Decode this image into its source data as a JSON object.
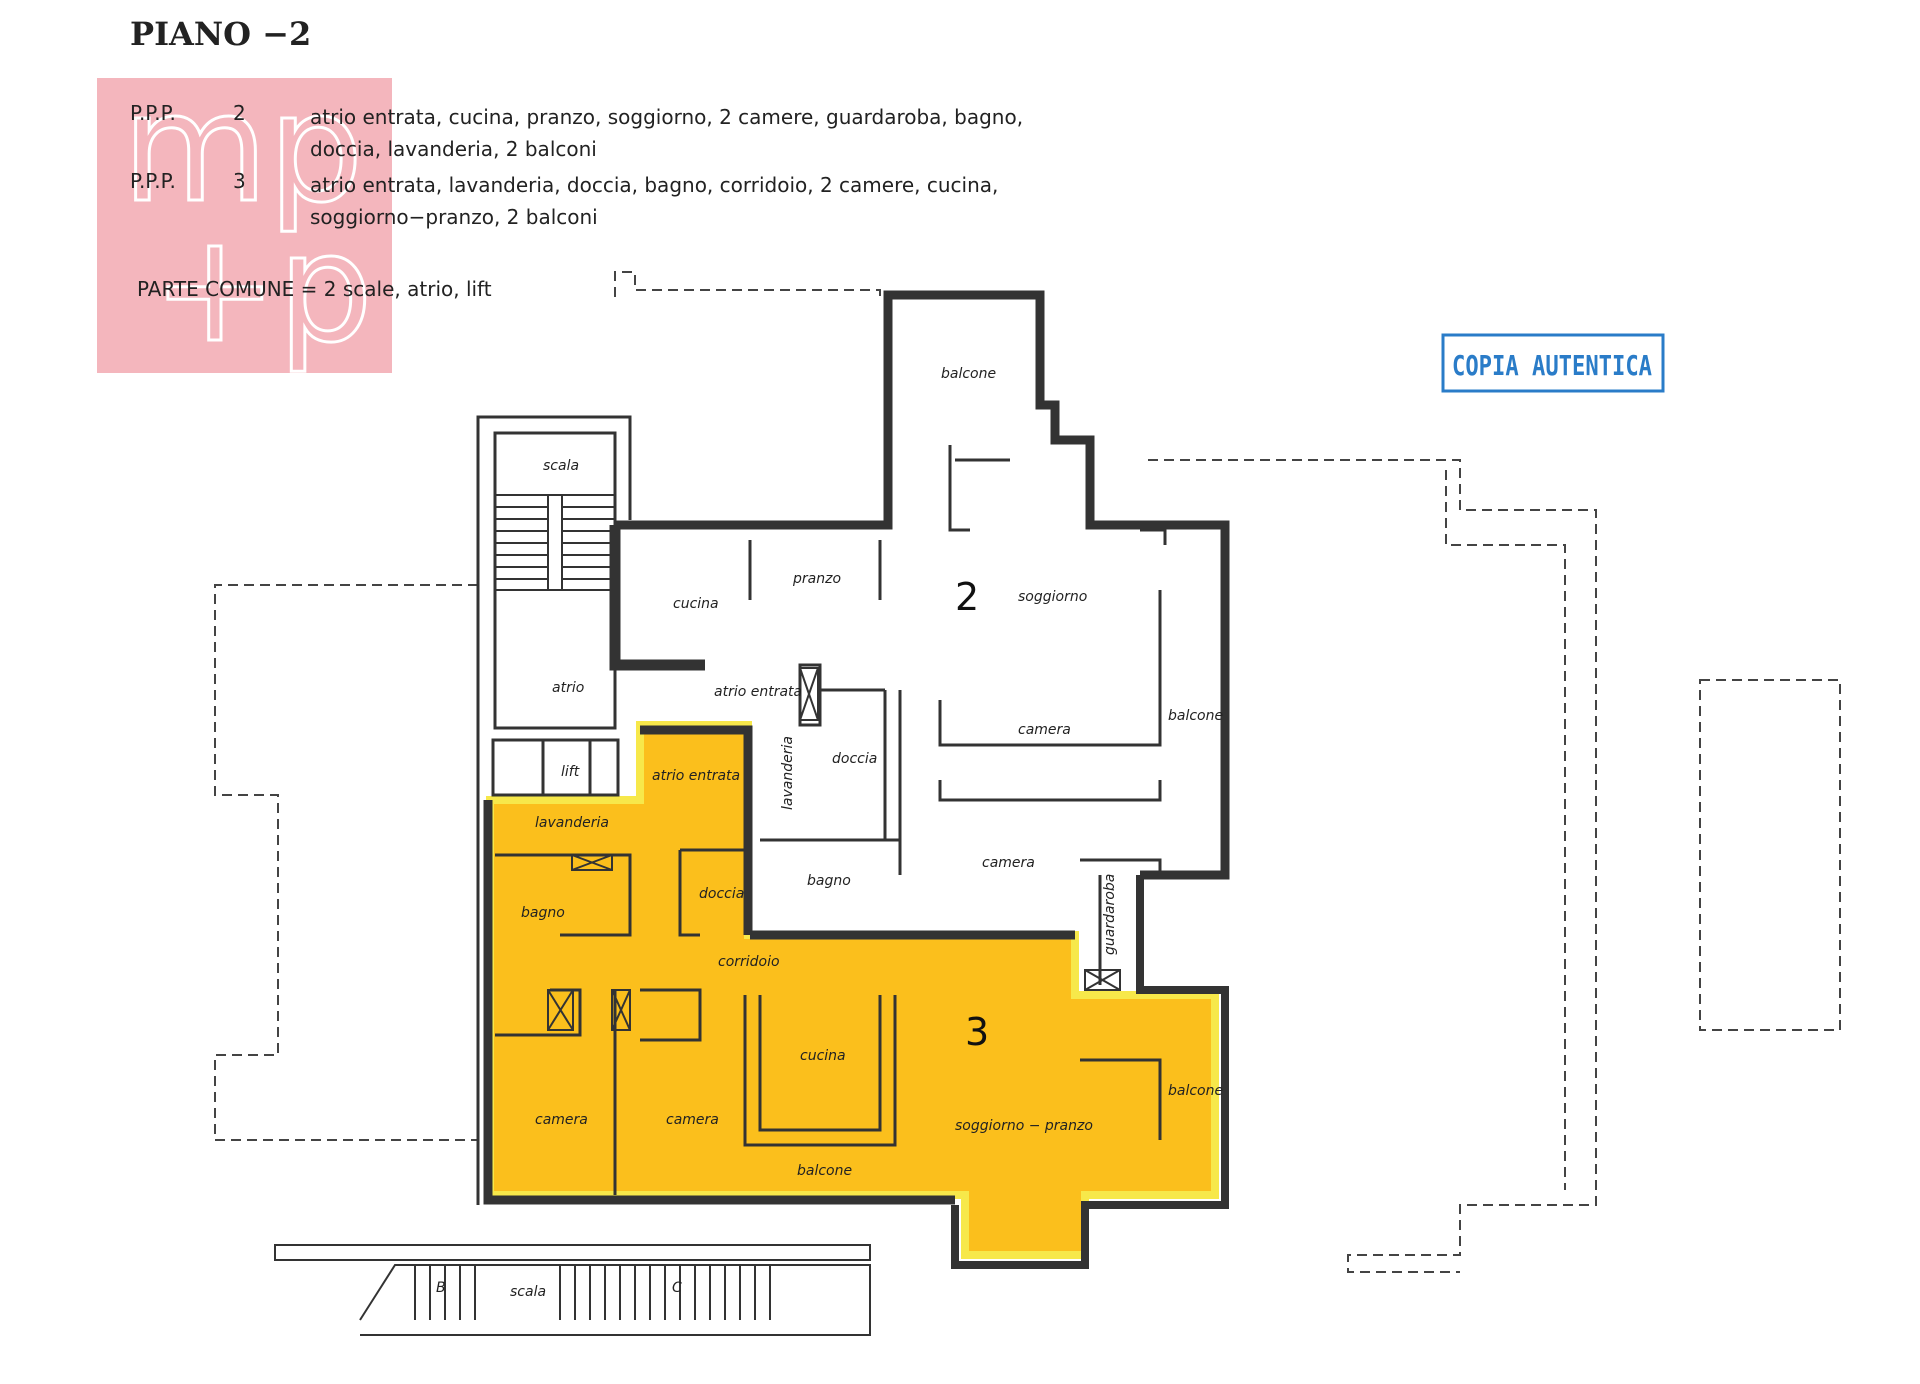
{
  "title": "PIANO  −2",
  "legend": {
    "row1_label": "P.P.P.",
    "row1_num": "2",
    "row1_text_a": "atrio entrata, cucina, pranzo, soggiorno, 2 camere, guardaroba, bagno,",
    "row1_text_b": "doccia, lavanderia, 2 balconi",
    "row2_label": "P.P.P.",
    "row2_num": "3",
    "row2_text_a": "atrio entrata, lavanderia, doccia, bagno, corridoio, 2 camere, cucina,",
    "row2_text_b": "soggiorno−pranzo, 2 balconi",
    "common": "PARTE COMUNE = 2 scale, atrio, lift"
  },
  "watermark": {
    "line1": "mp",
    "line2": "+p",
    "color": "#f4b6bd"
  },
  "stamp": {
    "text": "COPIA AUTENTICA",
    "color": "#2a7cc8"
  },
  "colors": {
    "highlight": "#fbbf1c",
    "highlight_edge": "#f7e84a",
    "wall": "#333333"
  },
  "units": {
    "u2": "2",
    "u3": "3"
  },
  "rooms": {
    "scala_top": "scala",
    "atrio": "atrio",
    "lift": "lift",
    "cucina2": "cucina",
    "pranzo2": "pranzo",
    "soggiorno2": "soggiorno",
    "balcone_top": "balcone",
    "atrio_entrata2": "atrio entrata",
    "lavanderia2": "lavanderia",
    "doccia2": "doccia",
    "camera2a": "camera",
    "balcone_right2": "balcone",
    "bagno2": "bagno",
    "camera2b": "camera",
    "guardaroba": "guardaroba",
    "atrio_entrata3": "atrio entrata",
    "lavanderia3": "lavanderia",
    "bagno3": "bagno",
    "doccia3": "doccia",
    "corridoio": "corridoio",
    "cucina3": "cucina",
    "camera3a": "camera",
    "camera3b": "camera",
    "soggiorno_pranzo": "soggiorno − pranzo",
    "balcone3_right": "balcone",
    "balcone3_bottom": "balcone",
    "scala_bottom": "scala",
    "mark_b": "B",
    "mark_c": "C"
  }
}
